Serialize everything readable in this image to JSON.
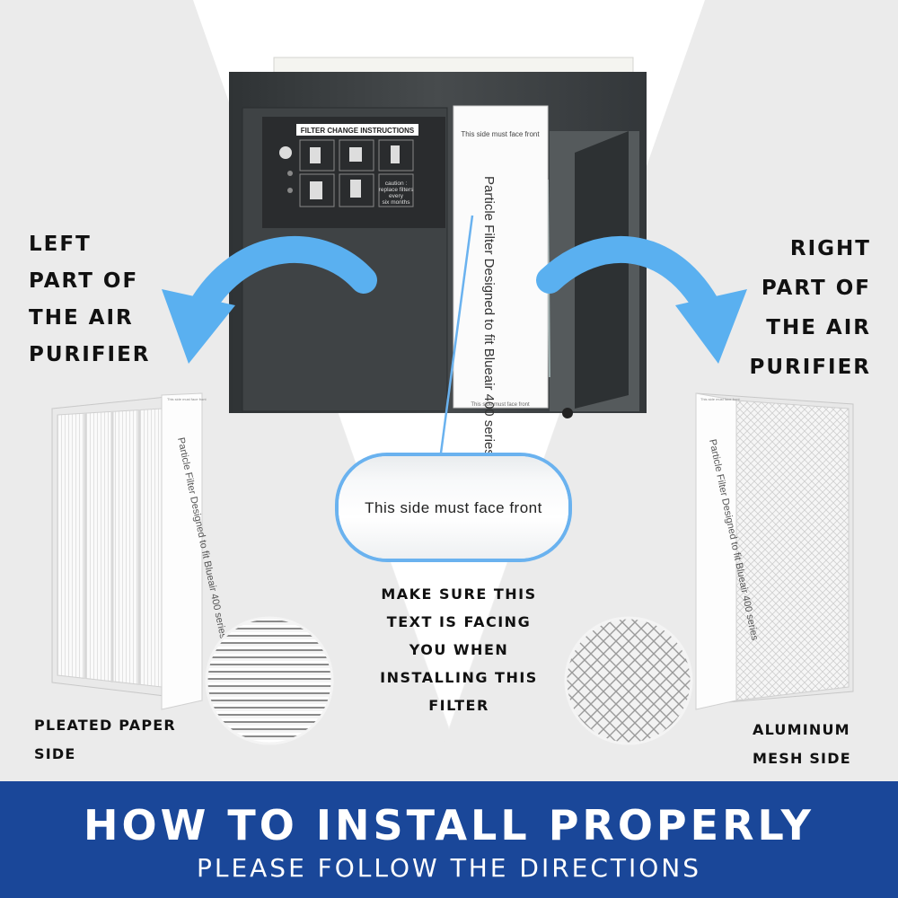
{
  "left_label": [
    "LEFT",
    "PART OF",
    "THE AIR",
    "PURIFIER"
  ],
  "right_label": [
    "RIGHT",
    "PART OF",
    "THE AIR",
    "PURIFIER"
  ],
  "panel": {
    "title": "FILTER CHANGE INSTRUCTIONS",
    "caution": [
      "caution :",
      "replace filters",
      "every",
      "six months"
    ]
  },
  "filter_box": {
    "top_text": "This side must face front",
    "side_text": "Particle Filter Designed to fit Blueair 400 series",
    "bottom_text": "This side must face front"
  },
  "left_filter_text": "Particle Filter Designed to fit Blueair 400 series",
  "right_filter_text": "Particle Filter Designed to fit Blueair 400 series",
  "filter_small_text": "This side must face front",
  "callout_text": "This side must face front",
  "instruction": [
    "MAKE SURE THIS",
    "TEXT IS FACING",
    "YOU WHEN",
    "INSTALLING THIS",
    "FILTER"
  ],
  "left_caption": [
    "PLEATED PAPER",
    "SIDE"
  ],
  "right_caption": [
    "ALUMINUM",
    "MESH SIDE"
  ],
  "banner": {
    "title": "HOW TO INSTALL PROPERLY",
    "subtitle": "PLEASE FOLLOW THE DIRECTIONS"
  },
  "colors": {
    "accent_blue": "#5ab0f0",
    "banner_blue": "#1a4799",
    "device_dark": "#3c4042"
  }
}
